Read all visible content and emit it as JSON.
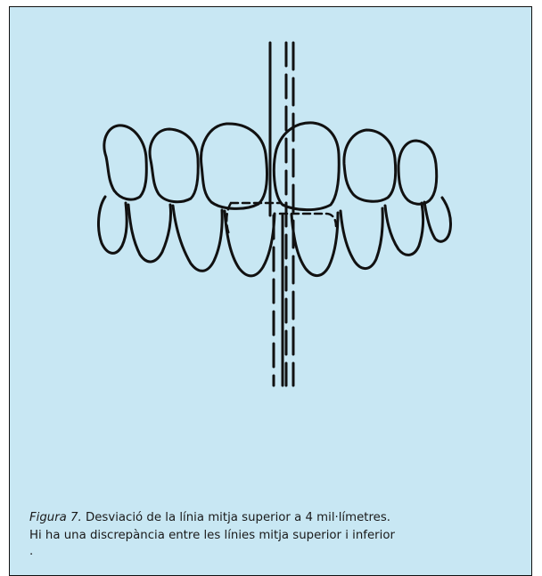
{
  "figure": {
    "label": "Figura 7.",
    "caption_line1": "Desviació de la línia mitja superior a 4 mil·límetres.",
    "caption_line2": "Hi ha una discrepància entre les línies mitja superior i inferior",
    "caption_line3": "."
  },
  "colors": {
    "background": "#c8e7f3",
    "stroke": "#111111"
  }
}
